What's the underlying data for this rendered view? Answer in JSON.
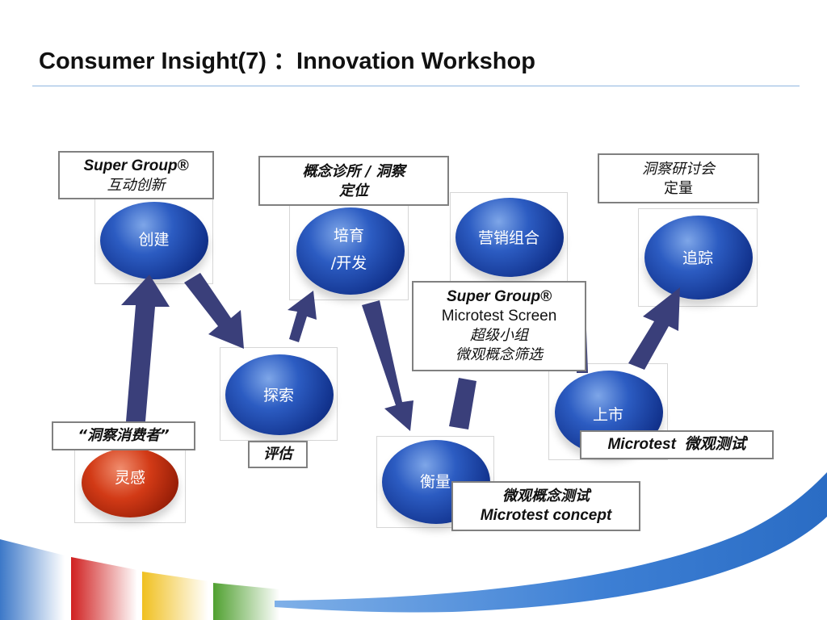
{
  "slide": {
    "title": "Consumer Insight(7) ：Innovation Workshop"
  },
  "nodes": {
    "inspiration": "灵感",
    "create": "创建",
    "explore": "探索",
    "cultivate_line1": "培育",
    "cultivate_line2": "/开发",
    "measure": "衡量",
    "marketing_mix": "营销组合",
    "launch": "上市",
    "tracking": "追踪"
  },
  "callouts": {
    "insight_consumer": "“洞察消费者”",
    "super_group_1": {
      "line1": "Super Group®",
      "line2": "互动创新"
    },
    "evaluate": "评估",
    "concept_clinic": {
      "line1": "概念诊所 / 洞察",
      "line2": "定位"
    },
    "microtest_screen": {
      "line1": "Super Group®",
      "line2": "Microtest Screen",
      "line3": "超级小组",
      "line4": "微观概念筛选"
    },
    "microtest_concept": {
      "line1": "微观概念测试",
      "line2": "Microtest concept"
    },
    "insight_workshop": {
      "line1": "洞察研讨会",
      "line2": "定量"
    },
    "microtest_micro": "Microtest  微观测试"
  },
  "colors": {
    "arrow": "#3a3f7a",
    "title_rule": "#8fb6e0",
    "sphere_blue": "#1c45a8",
    "sphere_red": "#c0300f",
    "callout_border": "#808080",
    "band_blue": "#3c78c8",
    "band_red": "#d02020",
    "band_yellow": "#f0c020",
    "band_green": "#50a030"
  }
}
